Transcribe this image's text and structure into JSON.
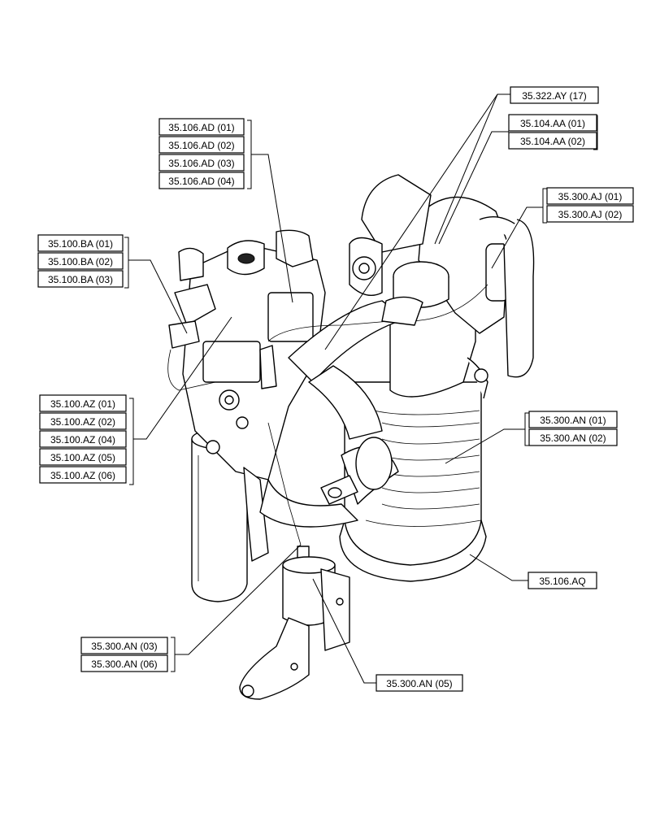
{
  "callouts": {
    "ad": [
      "35.106.AD (01)",
      "35.106.AD (02)",
      "35.106.AD (03)",
      "35.106.AD (04)"
    ],
    "ba": [
      "35.100.BA (01)",
      "35.100.BA (02)",
      "35.100.BA (03)"
    ],
    "az": [
      "35.100.AZ (01)",
      "35.100.AZ (02)",
      "35.100.AZ (04)",
      "35.100.AZ (05)",
      "35.100.AZ (06)"
    ],
    "ay": [
      "35.322.AY (17)"
    ],
    "aa": [
      "35.104.AA (01)",
      "35.104.AA (02)"
    ],
    "aj": [
      "35.300.AJ (01)",
      "35.300.AJ (02)"
    ],
    "an_upper": [
      "35.300.AN (01)",
      "35.300.AN (02)"
    ],
    "aq": [
      "35.106.AQ"
    ],
    "an_lower": [
      "35.300.AN (03)",
      "35.300.AN (06)"
    ],
    "an_05": [
      "35.300.AN (05)"
    ]
  }
}
